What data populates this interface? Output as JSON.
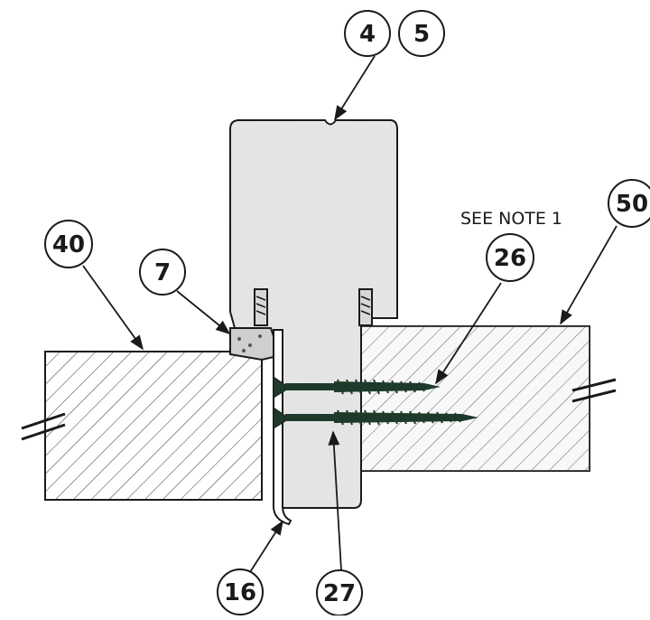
{
  "note": "SEE NOTE 1",
  "callouts": [
    {
      "id": "c4",
      "label": "4"
    },
    {
      "id": "c5",
      "label": "5"
    },
    {
      "id": "c40",
      "label": "40"
    },
    {
      "id": "c7",
      "label": "7"
    },
    {
      "id": "c26",
      "label": "26"
    },
    {
      "id": "c50",
      "label": "50"
    },
    {
      "id": "c16",
      "label": "16"
    },
    {
      "id": "c27",
      "label": "27"
    }
  ],
  "colors": {
    "line": "#1a1a1a",
    "fill_gray": "#e6e6e6",
    "screw": "#1e3a2a"
  }
}
